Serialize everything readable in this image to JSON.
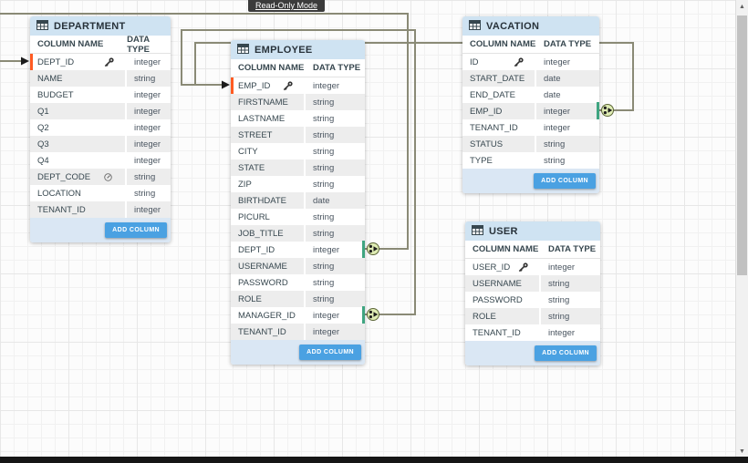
{
  "badge": {
    "label": "Read-Only Mode"
  },
  "column_headers": {
    "name": "COLUMN NAME",
    "type": "DATA TYPE"
  },
  "add_column_label": "ADD COLUMN",
  "colors": {
    "table_header_bg": "#cfe3f2",
    "table_footer_bg": "#dae7f4",
    "row_alt_bg": "#ededed",
    "add_button_bg": "#4aa1e2",
    "pk_target_marker": "#ff5b22",
    "fk_marker": "#3fa581",
    "relationship_line": "#8a8a76",
    "connector_fill": "#dfecb4",
    "badge_bg": "#3b3b3b"
  },
  "tables": [
    {
      "name": "DEPARTMENT",
      "columns": [
        {
          "name": "DEPT_ID",
          "type": "integer",
          "pk": true,
          "ref_target": true
        },
        {
          "name": "NAME",
          "type": "string"
        },
        {
          "name": "BUDGET",
          "type": "integer"
        },
        {
          "name": "Q1",
          "type": "integer"
        },
        {
          "name": "Q2",
          "type": "integer"
        },
        {
          "name": "Q3",
          "type": "integer"
        },
        {
          "name": "Q4",
          "type": "integer"
        },
        {
          "name": "DEPT_CODE",
          "type": "string",
          "badge": "circle-slash"
        },
        {
          "name": "LOCATION",
          "type": "string"
        },
        {
          "name": "TENANT_ID",
          "type": "integer"
        }
      ]
    },
    {
      "name": "EMPLOYEE",
      "columns": [
        {
          "name": "EMP_ID",
          "type": "integer",
          "pk": true,
          "ref_target": true
        },
        {
          "name": "FIRSTNAME",
          "type": "string"
        },
        {
          "name": "LASTNAME",
          "type": "string"
        },
        {
          "name": "STREET",
          "type": "string"
        },
        {
          "name": "CITY",
          "type": "string"
        },
        {
          "name": "STATE",
          "type": "string"
        },
        {
          "name": "ZIP",
          "type": "string"
        },
        {
          "name": "BIRTHDATE",
          "type": "date"
        },
        {
          "name": "PICURL",
          "type": "string"
        },
        {
          "name": "JOB_TITLE",
          "type": "string"
        },
        {
          "name": "DEPT_ID",
          "type": "integer",
          "fk": true
        },
        {
          "name": "USERNAME",
          "type": "string"
        },
        {
          "name": "PASSWORD",
          "type": "string"
        },
        {
          "name": "ROLE",
          "type": "string"
        },
        {
          "name": "MANAGER_ID",
          "type": "integer",
          "fk": true
        },
        {
          "name": "TENANT_ID",
          "type": "integer"
        }
      ]
    },
    {
      "name": "VACATION",
      "columns": [
        {
          "name": "ID",
          "type": "integer",
          "pk": true
        },
        {
          "name": "START_DATE",
          "type": "date"
        },
        {
          "name": "END_DATE",
          "type": "date"
        },
        {
          "name": "EMP_ID",
          "type": "integer",
          "fk": true
        },
        {
          "name": "TENANT_ID",
          "type": "integer"
        },
        {
          "name": "STATUS",
          "type": "string"
        },
        {
          "name": "TYPE",
          "type": "string"
        }
      ]
    },
    {
      "name": "USER",
      "columns": [
        {
          "name": "USER_ID",
          "type": "integer",
          "pk": true
        },
        {
          "name": "USERNAME",
          "type": "string"
        },
        {
          "name": "PASSWORD",
          "type": "string"
        },
        {
          "name": "ROLE",
          "type": "string"
        },
        {
          "name": "TENANT_ID",
          "type": "integer"
        }
      ]
    }
  ],
  "relationships": [
    {
      "from": "EMPLOYEE.DEPT_ID",
      "to": "DEPARTMENT.DEPT_ID"
    },
    {
      "from": "EMPLOYEE.MANAGER_ID",
      "to": "EMPLOYEE.EMP_ID"
    },
    {
      "from": "VACATION.EMP_ID",
      "to": "EMPLOYEE.EMP_ID"
    }
  ]
}
